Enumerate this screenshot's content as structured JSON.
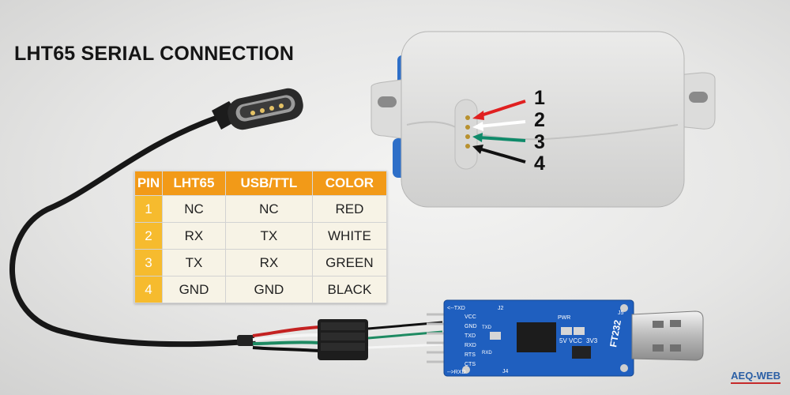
{
  "title": "LHT65 SERIAL CONNECTION",
  "pin_callouts": [
    "1",
    "2",
    "3",
    "4"
  ],
  "table": {
    "headers": [
      "PIN",
      "LHT65",
      "USB/TTL",
      "COLOR"
    ],
    "rows": [
      {
        "pin": "1",
        "lht65": "NC",
        "usb_ttl": "NC",
        "color": "RED"
      },
      {
        "pin": "2",
        "lht65": "RX",
        "usb_ttl": "TX",
        "color": "WHITE"
      },
      {
        "pin": "3",
        "lht65": "TX",
        "usb_ttl": "RX",
        "color": "GREEN"
      },
      {
        "pin": "4",
        "lht65": "GND",
        "usb_ttl": "GND",
        "color": "BLACK"
      }
    ]
  },
  "usb_board": {
    "chip_label": "FT232",
    "silk_labels": [
      "<--TXD",
      "VCC",
      "GND",
      "TXD",
      "RXD",
      "RTS",
      "CTS",
      "-->RXD",
      "5V",
      "VCC",
      "3V3",
      "PWR",
      "J2",
      "J4",
      "J5",
      "TXD",
      "RXD"
    ]
  },
  "watermark": "AEQ-WEB",
  "colors": {
    "table_header": "#f29a18",
    "pin_cell": "#f6bb2e",
    "table_body": "#f7f3e6",
    "arrow_red": "#e02020",
    "arrow_white": "#ffffff",
    "arrow_green": "#0f8a6a",
    "arrow_black": "#111111",
    "pcb_blue": "#1f5fbf",
    "watermark": "#2b5fa5"
  }
}
